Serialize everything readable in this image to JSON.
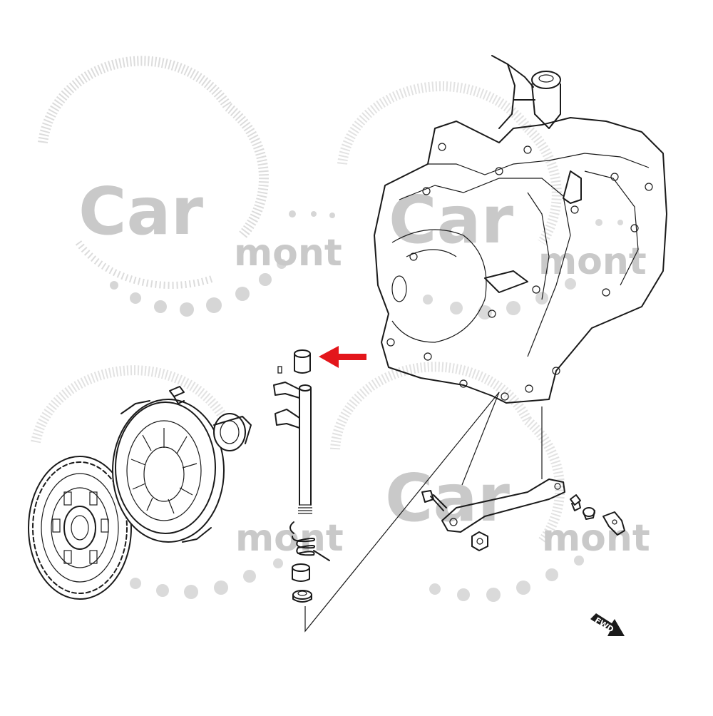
{
  "watermark": {
    "line1": "Car",
    "line2": "mont",
    "color": "#c9c9c9"
  },
  "badge": {
    "label": "FWD"
  },
  "callout": {
    "arrow_color": "#e3161b"
  },
  "parts": {
    "line_color": "#1a1a1a"
  }
}
